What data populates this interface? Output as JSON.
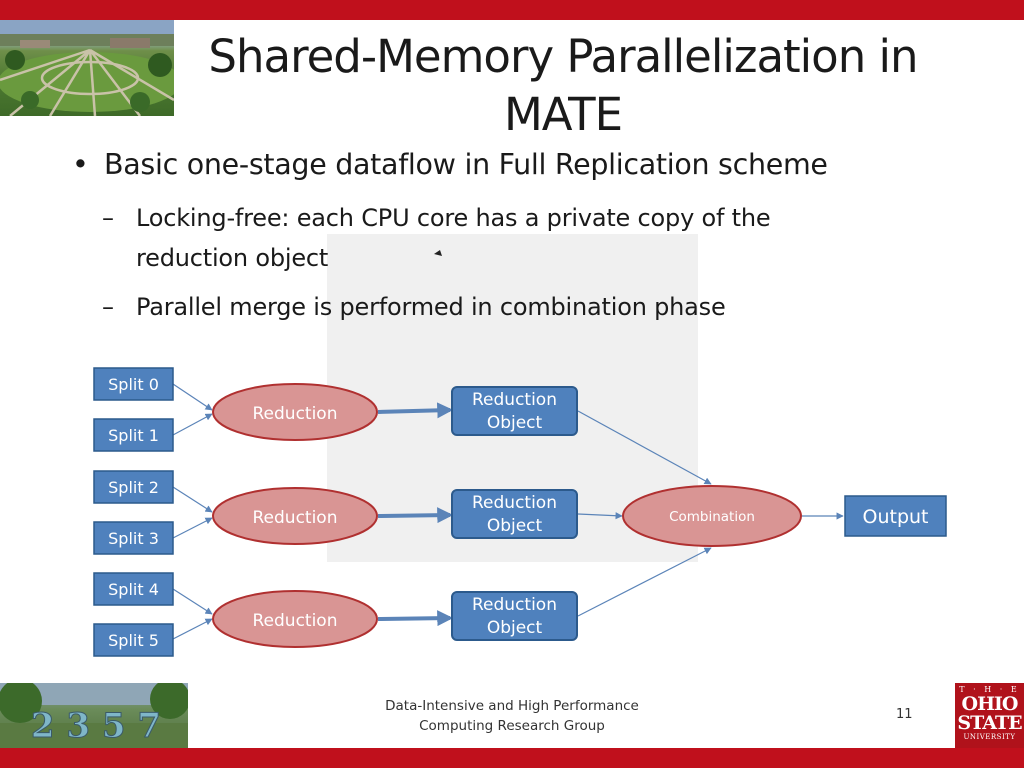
{
  "slide": {
    "title_line1": "Shared-Memory Parallelization in",
    "title_line2": "MATE",
    "bullet": "Basic one-stage dataflow in Full Replication scheme",
    "bullet_marker": "•",
    "sub_marker": "–",
    "sub1_line1": "Locking-free: each CPU core has a private copy of the",
    "sub1_line2": "reduction object",
    "sub2": "Parallel merge is performed in combination phase"
  },
  "diagram": {
    "splits": [
      "Split 0",
      "Split 1",
      "Split 2",
      "Split 3",
      "Split 4",
      "Split 5"
    ],
    "reduction_label": "Reduction",
    "reduction_object_line1": "Reduction",
    "reduction_object_line2": "Object",
    "combination_label": "Combination",
    "output_label": "Output"
  },
  "footer": {
    "group_line1": "Data-Intensive and High Performance",
    "group_line2": "Computing Research Group",
    "page_number": "11",
    "photo_numbers": "2 3 5 7"
  },
  "logo": {
    "the": "T · H · E",
    "ohio": "OHIO",
    "state": "STATE",
    "university": "UNIVERSITY"
  },
  "colors": {
    "accent_red": "#c0101c",
    "box_blue": "#4f81bd",
    "box_border": "#2c5a8c",
    "ellipse_fill": "#d99594",
    "ellipse_border": "#b03030",
    "arrow": "#5b84b8"
  }
}
